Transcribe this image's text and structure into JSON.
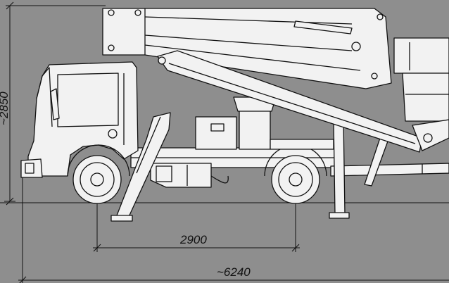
{
  "dimensions": {
    "height_label": "~2850",
    "wheelbase_label": "2900",
    "length_label": "~6240"
  },
  "colors": {
    "background": "#8e8e8e",
    "body_fill": "#f2f2f2",
    "line": "#111111",
    "tire": "#2a2a2a"
  }
}
